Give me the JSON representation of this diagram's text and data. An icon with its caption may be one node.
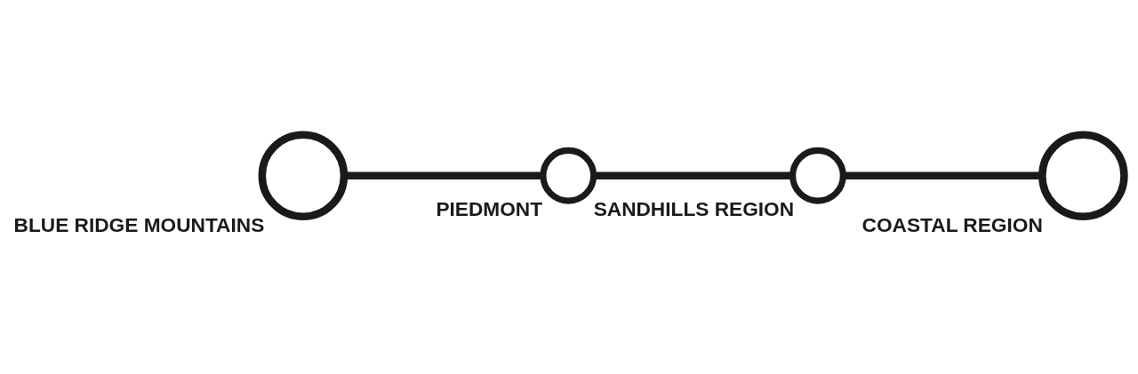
{
  "diagram": {
    "nodes": [
      {
        "text": [
          "BLUE RIDGE MOUNTAINS"
        ]
      },
      {
        "text": [
          "PIEDMONT"
        ]
      },
      {
        "text": [
          "SANDHILLS REGION"
        ]
      },
      {
        "text": [
          "COASTAL REGION"
        ]
      }
    ],
    "edges": [
      {
        "from": 0,
        "to": 1,
        "arrow": "none"
      },
      {
        "from": 1,
        "to": 2,
        "arrow": "none"
      },
      {
        "from": 2,
        "to": 3,
        "arrow": "none"
      }
    ]
  }
}
